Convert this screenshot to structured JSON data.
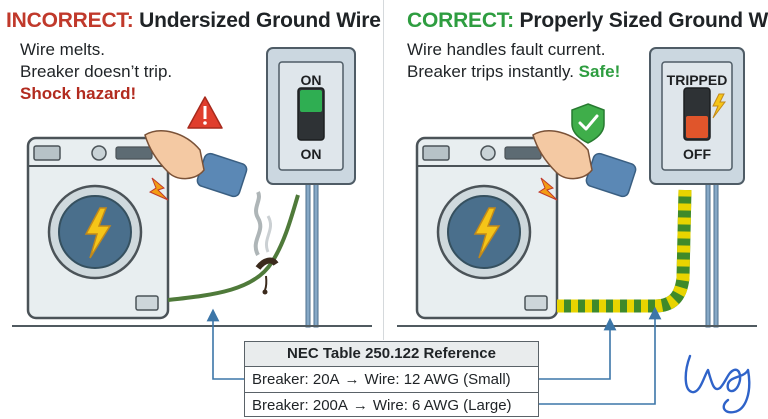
{
  "left": {
    "title_prefix": "INCORRECT:",
    "title_rest": "Undersized Ground Wire",
    "lines": [
      "Wire melts.",
      "Breaker doesn’t trip."
    ],
    "hazard": "Shock hazard!",
    "switch_top": "ON",
    "switch_bottom": "ON",
    "warning_icon": "warning-triangle-icon",
    "wire_color": "#4f7a3a"
  },
  "right": {
    "title_prefix": "CORRECT:",
    "title_rest": "Properly Sized Ground Wire",
    "line1": "Wire handles fault current.",
    "line2_text": "Breaker trips instantly.",
    "line2_safe": "Safe!",
    "switch_top": "TRIPPED",
    "switch_bottom": "OFF",
    "check_icon": "shield-check-icon",
    "wire_colors": [
      "#e8d400",
      "#3f8a2a"
    ]
  },
  "table": {
    "header": "NEC Table 250.122 Reference",
    "rows": [
      {
        "breaker": "Breaker: 20A",
        "wire": "Wire: 12 AWG (Small)"
      },
      {
        "breaker": "Breaker: 200A",
        "wire": "Wire: 6 AWG (Large)"
      }
    ],
    "arrow": "→"
  },
  "signature": "handwritten-signature"
}
